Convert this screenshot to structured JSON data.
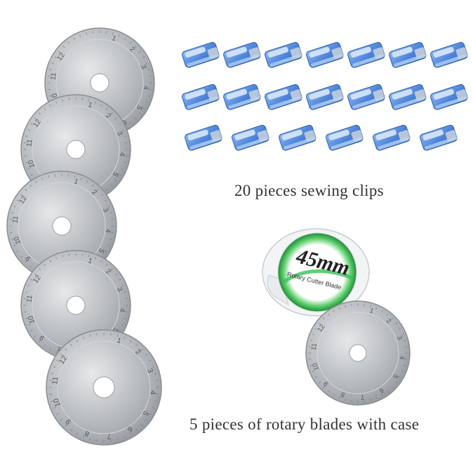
{
  "captions": {
    "clips": "20 pieces sewing clips",
    "blades": "5 pieces of rotary blades with case"
  },
  "case_label": {
    "size": "45mm",
    "product": "Rotary Cutter Blade"
  },
  "blade_dial_numbers": [
    "1",
    "2",
    "3",
    "4",
    "5",
    "6",
    "7",
    "8",
    "9",
    "10",
    "11",
    "12"
  ],
  "clip_rows": [
    7,
    7,
    6
  ],
  "colors": {
    "clip_blue": "#5a8fe0",
    "blade_steel": "#b9bcbf",
    "case_green": "#2fae4a",
    "caption_text": "#333333"
  }
}
